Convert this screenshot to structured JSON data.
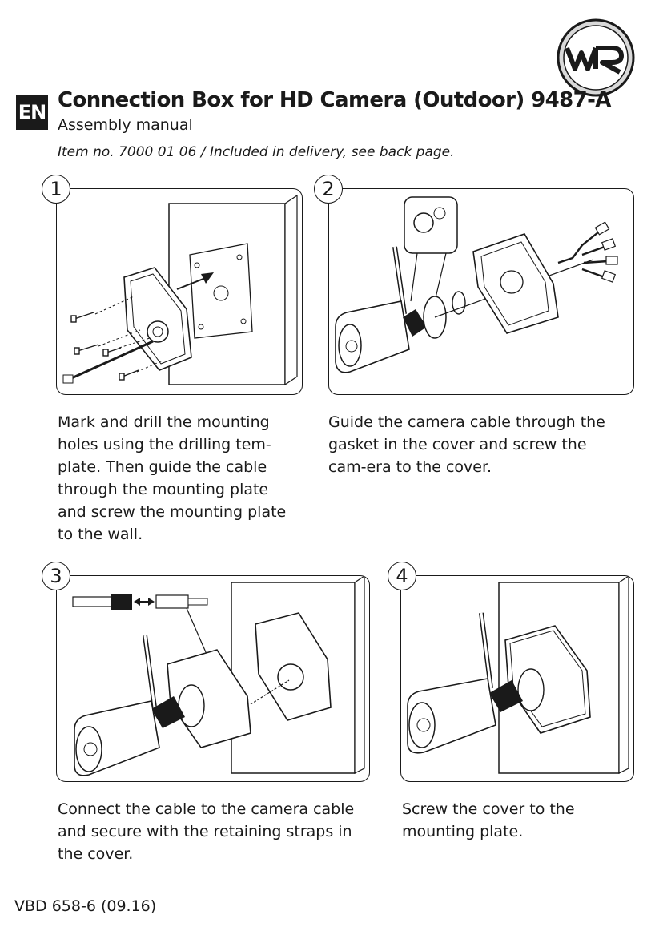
{
  "header": {
    "lang": "EN",
    "title": "Connection Box for HD Camera (Outdoor) 9487-A",
    "subtitle": "Assembly manual",
    "item_no": "Item no. 7000 01 06 / Included in delivery, see back page."
  },
  "steps": [
    {
      "number": "1",
      "text": "Mark and drill the mounting holes using the drilling tem-plate. Then guide the cable through the mounting plate and screw the mounting plate to the wall."
    },
    {
      "number": "2",
      "text": "Guide the camera cable through the gasket in the cover and screw the cam-era to the cover."
    },
    {
      "number": "3",
      "text": "Connect the cable to the camera cable and secure with the retaining straps in the cover."
    },
    {
      "number": "4",
      "text": "Screw the cover to the mounting plate."
    }
  ],
  "footer": {
    "doc_code": "VBD 658-6 (09.16)"
  },
  "icons": {
    "logo": "wr-brand-logo"
  },
  "colors": {
    "ink": "#1a1a1a"
  }
}
